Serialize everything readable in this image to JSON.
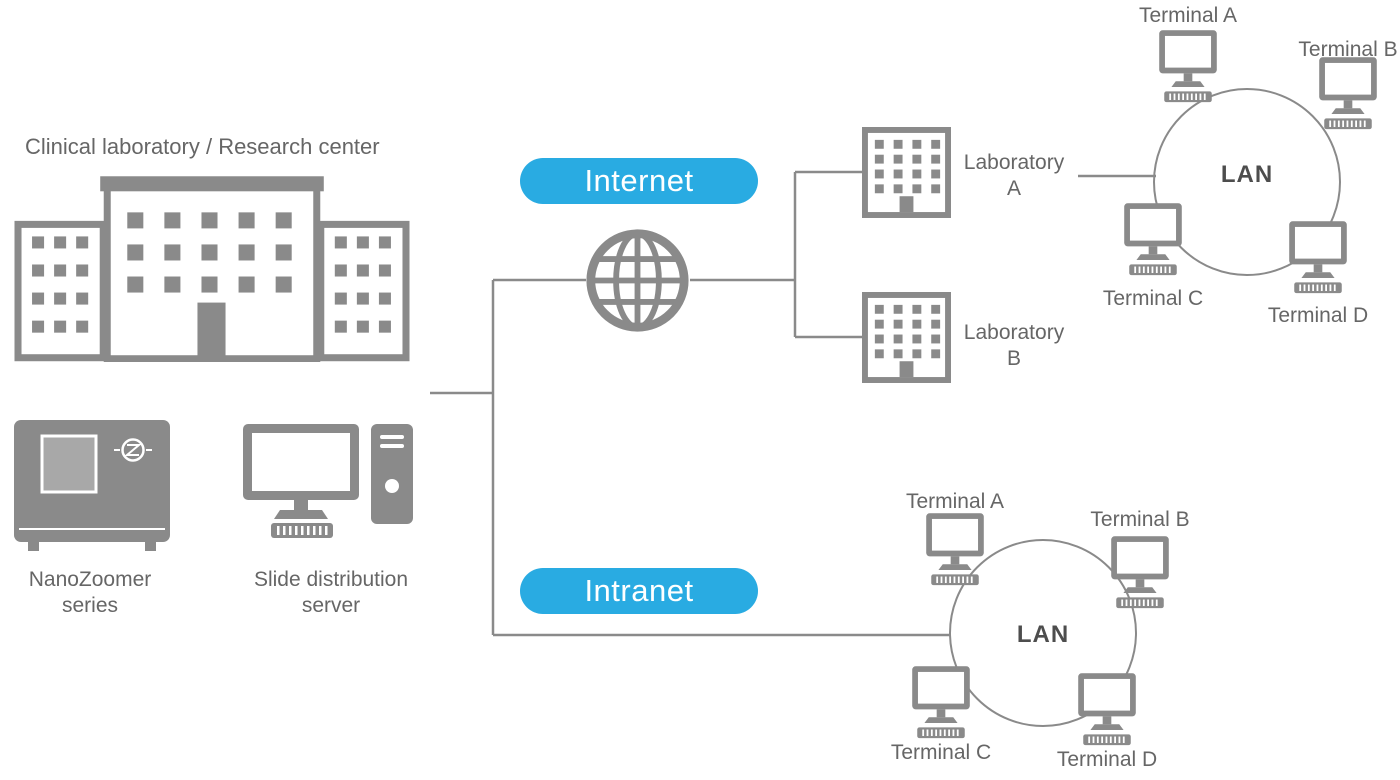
{
  "colors": {
    "icon_gray": "#8a8a8a",
    "accent_blue": "#29abe2",
    "label_text": "#666666",
    "lan_text": "#4d4d4d"
  },
  "header": {
    "title": "Clinical laboratory / Research center"
  },
  "devices": {
    "nanozoomer": {
      "line1": "NanoZoomer",
      "line2": "series"
    },
    "server": {
      "line1": "Slide distribution",
      "line2": "server"
    }
  },
  "network": {
    "internet": "Internet",
    "intranet": "Intranet"
  },
  "labs": {
    "a": {
      "name": "Laboratory",
      "letter": "A"
    },
    "b": {
      "name": "Laboratory",
      "letter": "B"
    }
  },
  "lan_top": {
    "label": "LAN",
    "terminals": [
      "Terminal A",
      "Terminal B",
      "Terminal C",
      "Terminal D"
    ]
  },
  "lan_bottom": {
    "label": "LAN",
    "terminals": [
      "Terminal A",
      "Terminal B",
      "Terminal C",
      "Terminal D"
    ]
  }
}
